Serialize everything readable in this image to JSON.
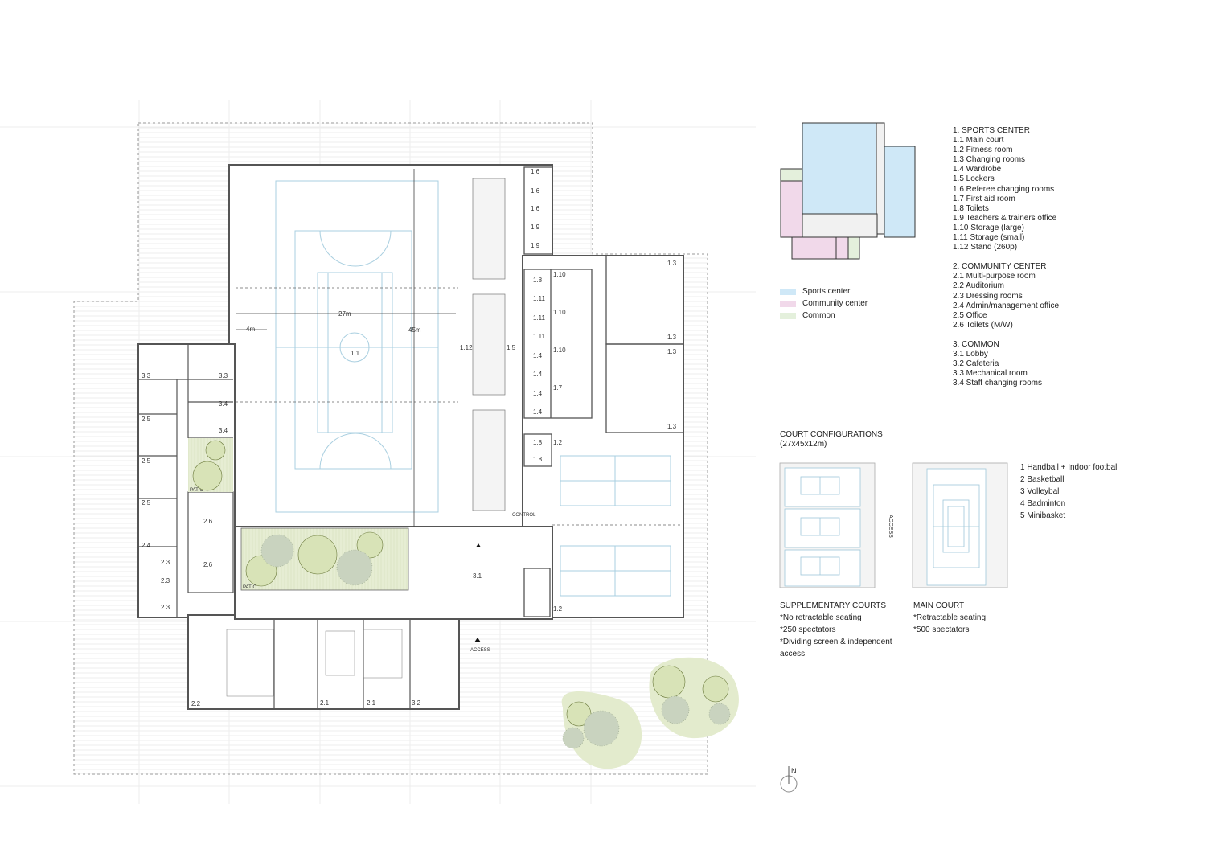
{
  "program": {
    "groups": [
      {
        "title": "1. SPORTS CENTER",
        "items": [
          "1.1 Main court",
          "1.2 Fitness room",
          "1.3 Changing rooms",
          "1.4 Wardrobe",
          "1.5 Lockers",
          "1.6 Referee changing rooms",
          "1.7 First aid room",
          "1.8 Toilets",
          "1.9 Teachers & trainers office",
          "1.10 Storage (large)",
          "1.11 Storage (small)",
          "1.12 Stand (260p)"
        ]
      },
      {
        "title": "2. COMMUNITY CENTER",
        "items": [
          "2.1 Multi-purpose room",
          "2.2 Auditorium",
          "2.3 Dressing rooms",
          "2.4 Admin/management office",
          "2.5 Office",
          "2.6 Toilets (M/W)"
        ]
      },
      {
        "title": "3. COMMON",
        "items": [
          "3.1 Lobby",
          "3.2 Cafeteria",
          "3.3 Mechanical room",
          "3.4 Staff changing rooms"
        ]
      }
    ]
  },
  "zoning_key": [
    {
      "label": "Sports center",
      "color": "#cfe8f7"
    },
    {
      "label": "Community center",
      "color": "#f1d9ea"
    },
    {
      "label": "Common",
      "color": "#e4f0dc"
    }
  ],
  "court_configurations": {
    "title": "COURT  CONFIGURATIONS",
    "dimensions": "(27x45x12m)",
    "access_label": "ACCESS",
    "sports": [
      "1 Handball + Indoor football",
      "2 Basketball",
      "3 Volleyball",
      "4 Badminton",
      "5 Minibasket"
    ],
    "supplementary": {
      "title": "SUPPLEMENTARY COURTS",
      "notes": [
        "*No retractable seating",
        "*250 spectators",
        "*Dividing screen & independent",
        "access"
      ]
    },
    "main": {
      "title": "MAIN COURT",
      "notes": [
        "*Retractable seating",
        "*500 spectators"
      ]
    }
  },
  "plan": {
    "dimensions": {
      "width": "27m",
      "length": "45m",
      "margin": "4m"
    },
    "labels": {
      "main_court": "1.1",
      "stand": "1.12",
      "lockers": "1.5",
      "referee": "1.6",
      "office_19": "1.9",
      "storage_large": "1.10",
      "storage_small": "1.11",
      "wardrobe": "1.4",
      "first_aid": "1.7",
      "toilets_18": "1.8",
      "fitness": "1.2",
      "changing": "1.3",
      "lobby": "3.1",
      "cafeteria": "3.2",
      "mechanical": "3.3",
      "staff_changing": "3.4",
      "auditorium": "2.2",
      "multipurpose": "2.1",
      "dressing": "2.3",
      "admin": "2.4",
      "office_25": "2.5",
      "toilets_26": "2.6",
      "patio": "PATIO",
      "control": "CONTROL",
      "access": "ACCESS"
    },
    "north_label": "N"
  },
  "colors": {
    "court_line": "#a9cfe0",
    "wall": "#555555",
    "grid": "#e6e6e6",
    "vegetation": "#dfe8c8",
    "tree": "#c9d89a"
  }
}
